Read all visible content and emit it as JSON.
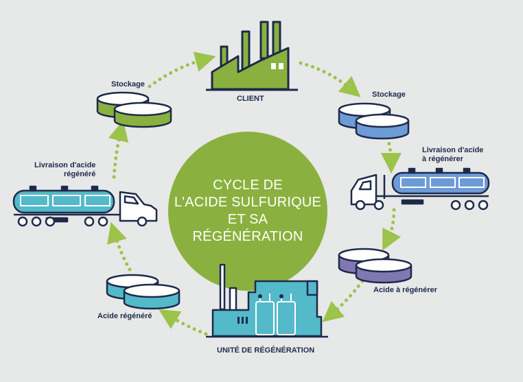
{
  "center": {
    "lines": [
      "CYCLE DE",
      "L'ACIDE SULFURIQUE",
      "ET SA",
      "RÉGÉNÉRATION"
    ],
    "color": "#8ab13f"
  },
  "labels": {
    "client": "CLIENT",
    "stockage_right": "Stockage",
    "livraison_regenerer_1": "Livraison d'acide",
    "livraison_regenerer_2": "à régénérer",
    "acide_regenerer": "Acide à régénérer",
    "unite": "UNITÉ DE RÉGÉNÉRATION",
    "acide_regenere": "Acide régénéré",
    "livraison_regenere_1": "Livraison d'acide",
    "livraison_regenere_2": "régénéré",
    "stockage_left": "Stockage"
  },
  "colors": {
    "navy": "#1d2a4a",
    "green": "#8ab13f",
    "blue": "#6d9bd6",
    "purple": "#8077b3",
    "teal": "#54b9c9",
    "dots": "#9cc34a",
    "background": "#e7e8e8"
  }
}
